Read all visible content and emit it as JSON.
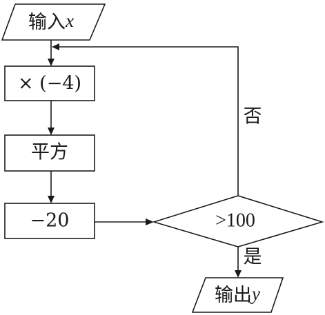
{
  "input": {
    "text": "输入",
    "var": "x"
  },
  "step1": {
    "text": "× (−4)"
  },
  "step2": {
    "text": "平方"
  },
  "step3": {
    "text": "−20"
  },
  "decision": {
    "text": ">100"
  },
  "branch_no": {
    "text": "否"
  },
  "branch_yes": {
    "text": "是"
  },
  "output": {
    "text": "输出",
    "var": "y"
  }
}
